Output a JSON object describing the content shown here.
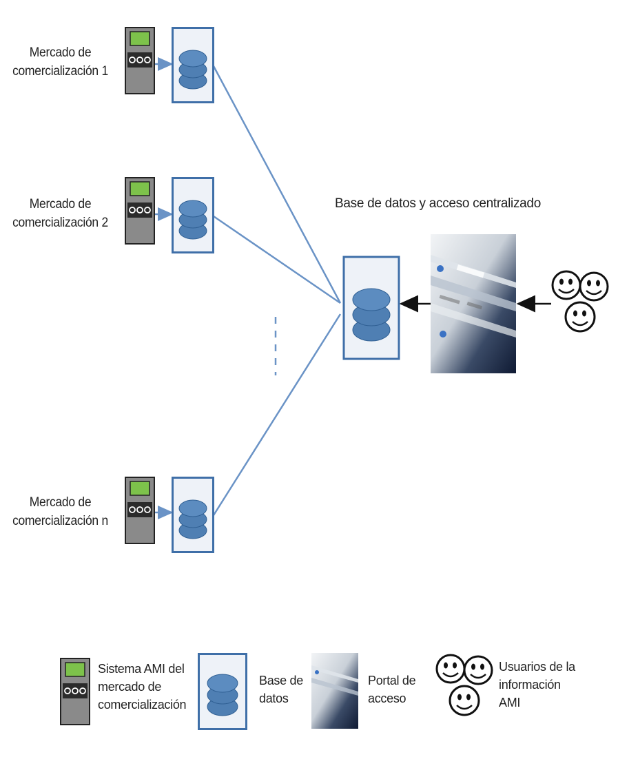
{
  "diagram": {
    "markets": [
      {
        "label_line1": "Mercado de",
        "label_line2": "comercialización 1"
      },
      {
        "label_line1": "Mercado de",
        "label_line2": "comercialización 2"
      },
      {
        "label_line1": "Mercado de",
        "label_line2": "comercialización n"
      }
    ],
    "central_title": "Base de datos y acceso centralizado"
  },
  "legend": {
    "ami_system": {
      "line1": "Sistema AMI del",
      "line2": "mercado de",
      "line3": "comercialización"
    },
    "database": {
      "line1": "Base de",
      "line2": "datos"
    },
    "portal": {
      "line1": "Portal de",
      "line2": "acceso"
    },
    "users": {
      "line1": "Usuarios de la",
      "line2": "información",
      "line3": "AMI"
    }
  },
  "colors": {
    "device_body": "#8a8a8a",
    "device_screen": "#7dc24b",
    "db_fill": "#4f7fb3",
    "db_box_border": "#3f6fa8",
    "link_line": "#6a93c6"
  }
}
